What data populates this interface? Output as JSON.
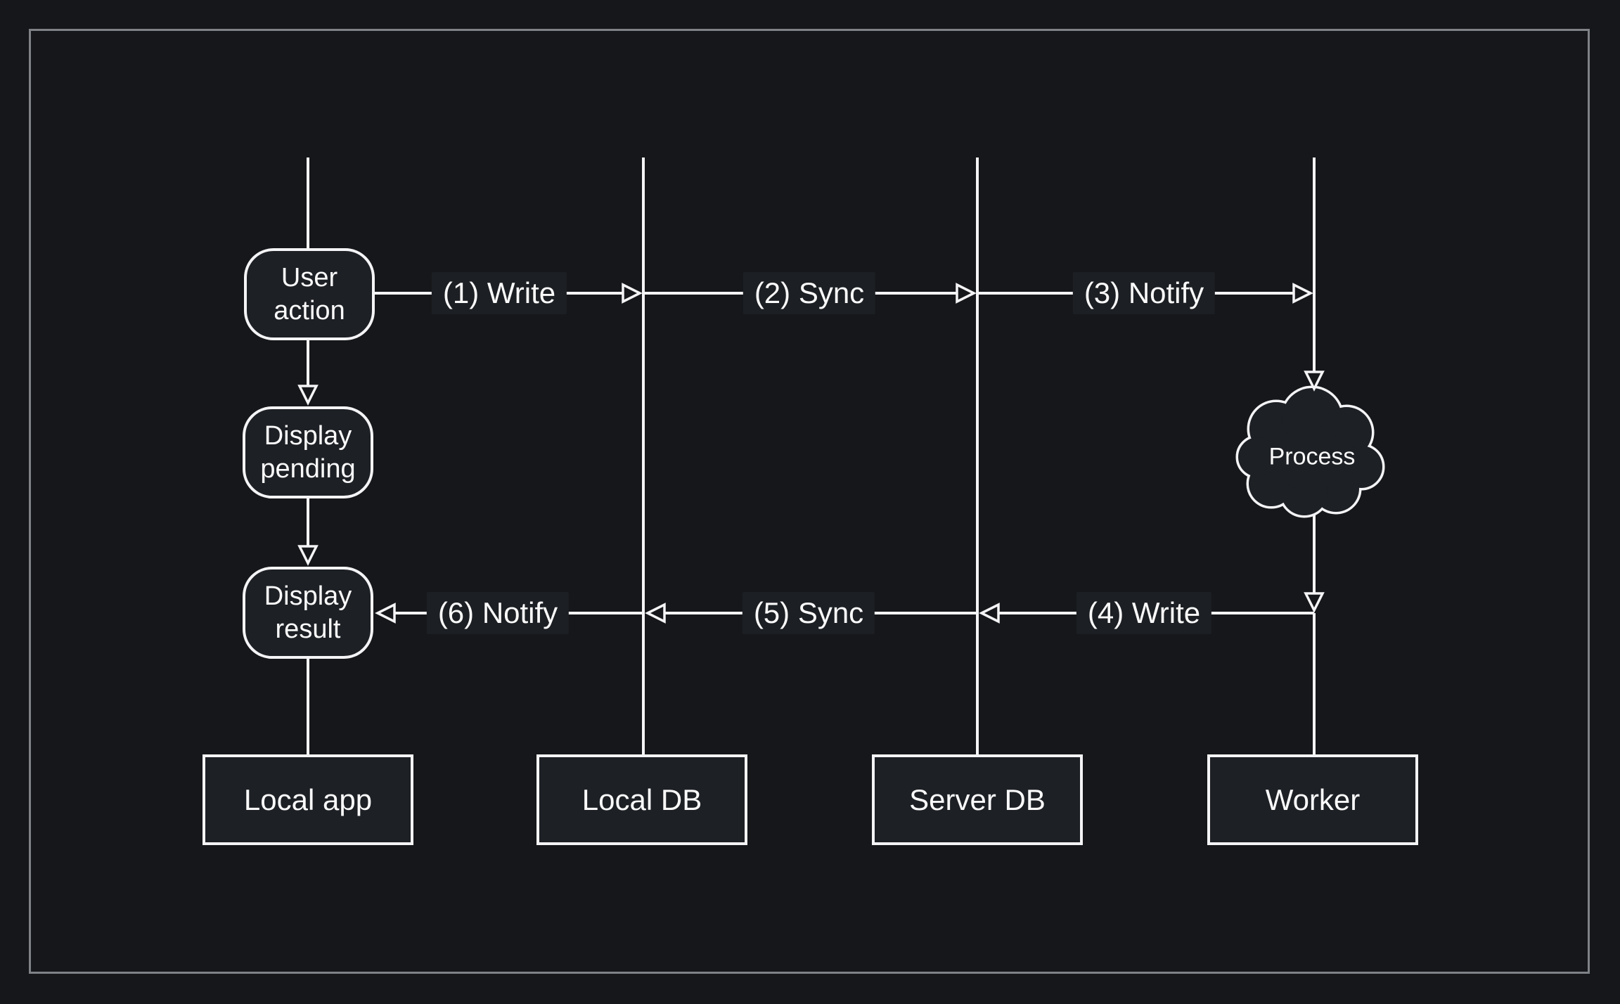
{
  "theme": {
    "background": "#16171a",
    "panel_fill": "#1d2025",
    "label_fill": "#1c1f23",
    "stroke": "#f4f4f6",
    "text": "#fafafa",
    "frame_border": "#7f8287"
  },
  "nodes": [
    {
      "id": "user-action",
      "label": "User\naction"
    },
    {
      "id": "display-pending",
      "label": "Display\npending"
    },
    {
      "id": "display-result",
      "label": "Display\nresult"
    }
  ],
  "cloud": {
    "label": "Process"
  },
  "messages": [
    {
      "label": "(1) Write"
    },
    {
      "label": "(2) Sync"
    },
    {
      "label": "(3) Notify"
    },
    {
      "label": "(4) Write"
    },
    {
      "label": "(5) Sync"
    },
    {
      "label": "(6) Notify"
    }
  ],
  "lanes": [
    {
      "label": "Local app"
    },
    {
      "label": "Local DB"
    },
    {
      "label": "Server DB"
    },
    {
      "label": "Worker"
    }
  ]
}
